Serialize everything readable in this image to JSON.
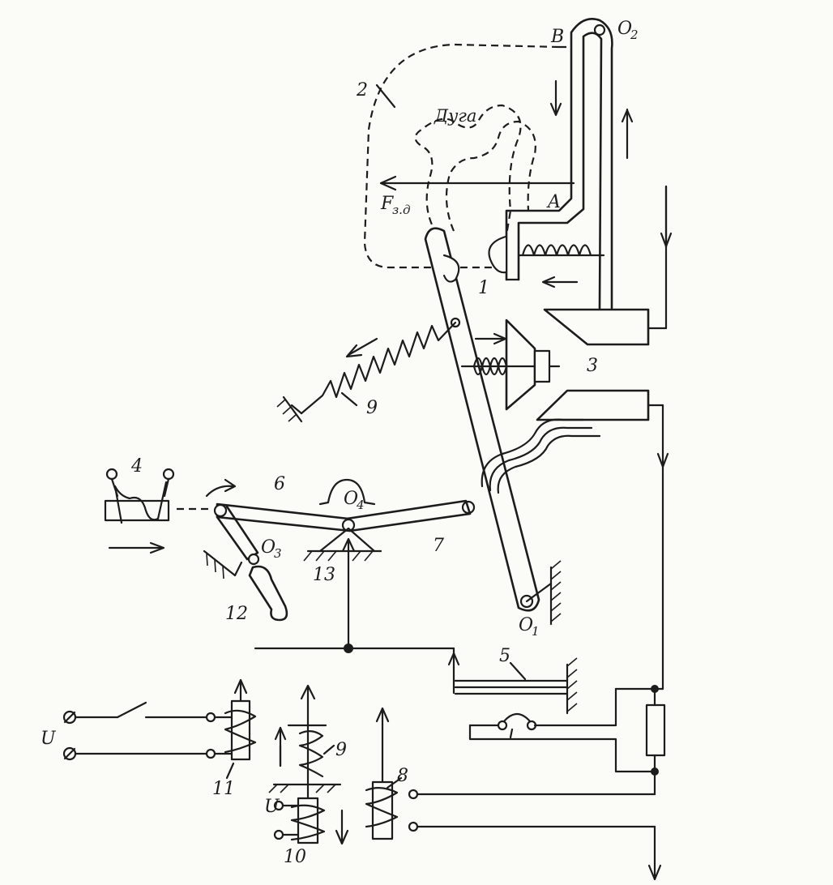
{
  "diagram": {
    "labels": {
      "B": "B",
      "O2": "O",
      "O2_sub": "2",
      "n2": "2",
      "arc": "Дуга",
      "F": "F",
      "F_sub": "з.д",
      "A": "A",
      "n1": "1",
      "n3": "3",
      "n9_top": "9",
      "n4": "4",
      "n6": "6",
      "O4": "O",
      "O4_sub": "4",
      "n7": "7",
      "O3": "O",
      "O3_sub": "3",
      "n13": "13",
      "n12": "12",
      "O1": "O",
      "O1_sub": "1",
      "n5": "5",
      "U_left": "U",
      "n11": "11",
      "n9_bottom": "9",
      "U_mid": "U",
      "n10": "10",
      "n8": "8"
    }
  }
}
